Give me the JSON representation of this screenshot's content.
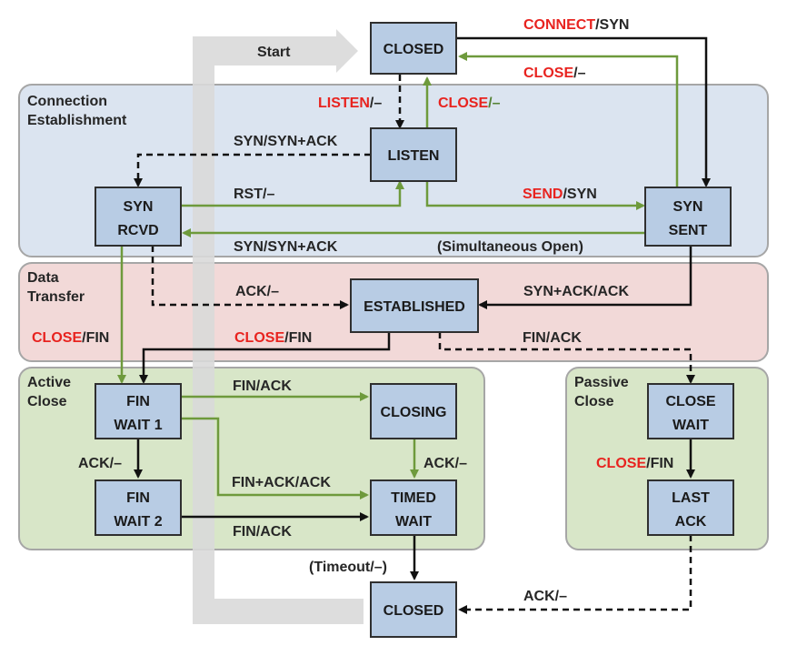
{
  "regions": {
    "connection_establishment": [
      "Connection",
      "Establishment"
    ],
    "data_transfer": [
      "Data",
      "Transfer"
    ],
    "active_close": [
      "Active",
      "Close"
    ],
    "passive_close": [
      "Passive",
      "Close"
    ]
  },
  "start_label": "Start",
  "states": {
    "closed_top": [
      "CLOSED"
    ],
    "listen": [
      "LISTEN"
    ],
    "syn_rcvd": [
      "SYN",
      "RCVD"
    ],
    "syn_sent": [
      "SYN",
      "SENT"
    ],
    "established": [
      "ESTABLISHED"
    ],
    "fin_wait_1": [
      "FIN",
      "WAIT 1"
    ],
    "fin_wait_2": [
      "FIN",
      "WAIT 2"
    ],
    "closing": [
      "CLOSING"
    ],
    "timed_wait": [
      "TIMED",
      "WAIT"
    ],
    "close_wait": [
      "CLOSE",
      "WAIT"
    ],
    "last_ack": [
      "LAST",
      "ACK"
    ],
    "closed_bottom": [
      "CLOSED"
    ]
  },
  "transitions": {
    "connect_syn": {
      "event": "CONNECT",
      "action": "/SYN"
    },
    "close_dash_top": {
      "event": "CLOSE",
      "action": "/–"
    },
    "listen_dash": {
      "event": "LISTEN",
      "action": "/–"
    },
    "close_dash_listen": {
      "event": "CLOSE",
      "action": "/–"
    },
    "syn_synack_1": "SYN/SYN+ACK",
    "rst": "RST/–",
    "send_syn": {
      "event": "SEND",
      "action": "/SYN"
    },
    "syn_synack_2": "SYN/SYN+ACK",
    "simultaneous_open": "(Simultaneous Open)",
    "ack_dash_est": "ACK/–",
    "synack_ack": "SYN+ACK/ACK",
    "close_fin_left": {
      "event": "CLOSE",
      "action": "/FIN"
    },
    "close_fin_mid": {
      "event": "CLOSE",
      "action": "/FIN"
    },
    "fin_ack_est": "FIN/ACK",
    "fin_ack_closing": "FIN/ACK",
    "ack_dash_fw1": "ACK/–",
    "ack_dash_closing": "ACK/–",
    "finack_ack": "FIN+ACK/ACK",
    "fin_ack_fw2": "FIN/ACK",
    "close_fin_passive": {
      "event": "CLOSE",
      "action": "/FIN"
    },
    "timeout": "(Timeout/–)",
    "ack_dash_last": "ACK/–"
  }
}
